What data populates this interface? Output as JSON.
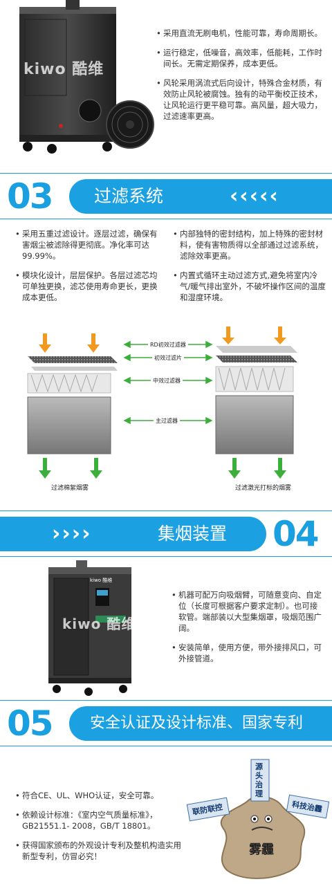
{
  "brand": {
    "logo": "kiwo 酷维",
    "badge": "kiwo 酷维"
  },
  "section_top": {
    "bullets": [
      "采用直流无刷电机，性能可靠，寿命周期长。",
      "运行稳定，低噪音，高效率，低能耗，工作时间长。无需定期保养，成本更低。",
      "风轮采用涡流式后向设计，特殊合金材质，有效防止风轮被腐蚀。独有的动平衡校正技术，让风轮运行更平稳可靠。高风量，超大吸力，过滤速率更高。"
    ]
  },
  "section_03": {
    "number": "03",
    "title": "过滤系统",
    "arrows": "‹‹‹‹‹",
    "left_bullets": [
      "采用五重过滤设计。逐层过滤，确保有害烟尘被滤除得更彻底。净化率可达99.99%。",
      "模块化设计，层层保护。各层过滤芯均可单独更换，滤芯使用寿命更长，更换成本更低。"
    ],
    "right_bullets": [
      "内部独特的密封结构，加上特殊的密封材料，使有害物质得以全部通过过滤系统，滤除效率更高。",
      "内置式循环主动过滤方式,避免将室内冷气/暖气排出室外，不破坏操作区间的温度和湿度环境。"
    ],
    "diagram": {
      "labels": [
        "RD初效过滤器",
        "初效过滤片",
        "中效过滤器",
        "主过滤器"
      ],
      "caption_left": "过滤棉絮烟雾",
      "caption_right": "过滤激光打标的烟雾"
    }
  },
  "section_04": {
    "number": "04",
    "title": "集烟装置",
    "arrows": "››››",
    "bullets": [
      "机器可配万向吸烟臂，可随意变向、自定位（长度可根据客户要求定制）。也可接软管。端部装以大型集烟罩，吸烟范围广阔。",
      "安装简单，使用方便，带外接排风口，可外接管道。"
    ]
  },
  "section_05": {
    "number": "05",
    "title": "安全认证及设计标准、国家专利",
    "bullets": [
      "符合CE、UL、WHO认证，安全可靠。",
      "依赖设计标准：《室内空气质量标准》，GB21551.1- 2008，GB/T 18801。",
      "获得国家颁布的外观设计专利及整机构造实用新型专利，仿冒必究！"
    ],
    "poster": {
      "signs": [
        "源头治理",
        "联防联控",
        "科技治霾"
      ],
      "center": "雾霾"
    }
  },
  "colors": {
    "accent": "#1ba1e2",
    "arrow_orange": "#f29a1f",
    "arrow_green": "#3cae3c"
  }
}
